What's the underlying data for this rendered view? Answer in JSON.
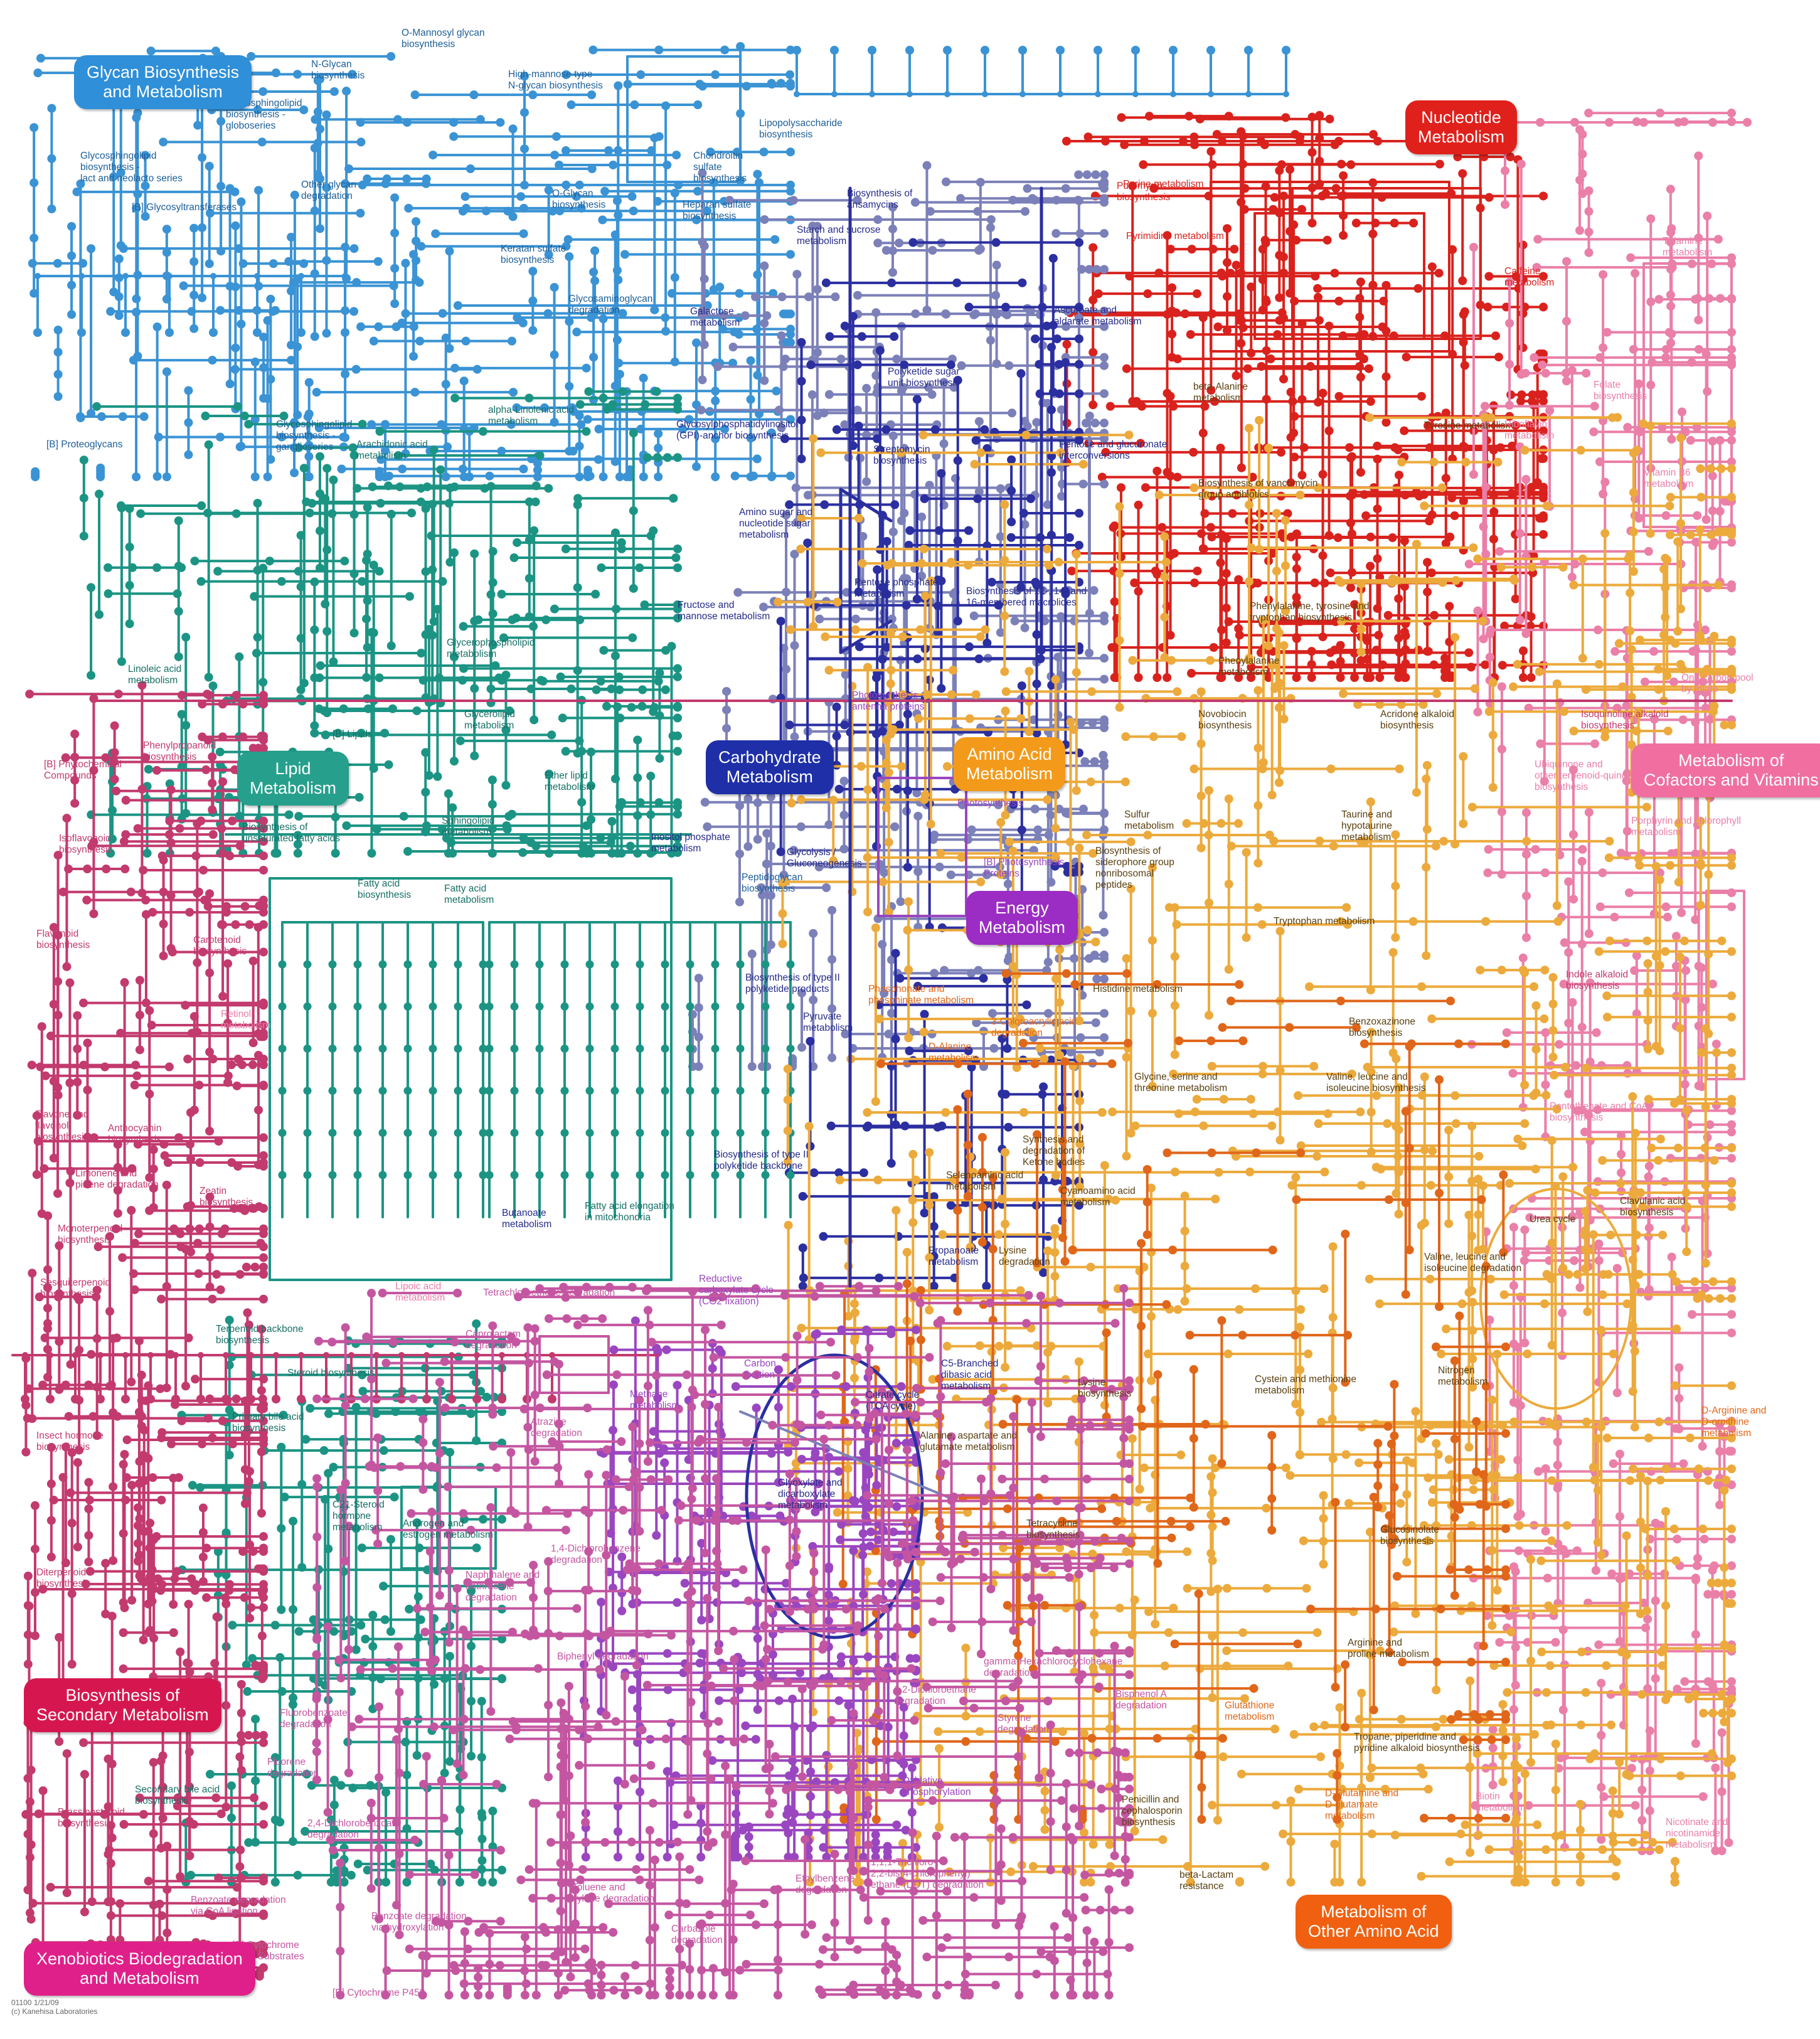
{
  "categories": [
    {
      "key": "glycan",
      "text": "Glycan Biosynthesis\nand Metabolism",
      "color": "#2f8fd8"
    },
    {
      "key": "nucleotide",
      "text": "Nucleotide\nMetabolism",
      "color": "#e0201b"
    },
    {
      "key": "carbohydrate",
      "text": "Carbohydrate\nMetabolism",
      "color": "#1e2fa8"
    },
    {
      "key": "lipid",
      "text": "Lipid\nMetabolism",
      "color": "#26a08c"
    },
    {
      "key": "amino",
      "text": "Amino Acid\nMetabolism",
      "color": "#f39a1b"
    },
    {
      "key": "energy",
      "text": "Energy\nMetabolism",
      "color": "#9b2cc4"
    },
    {
      "key": "cofactors",
      "text": "Metabolism of\nCofactors and Vitamins",
      "color": "#f06fa0"
    },
    {
      "key": "secondary",
      "text": "Biosynthesis of\nSecondary Metabolism",
      "color": "#d6174f"
    },
    {
      "key": "xeno",
      "text": "Xenobiotics Biodegradation\nand Metabolism",
      "color": "#e0208a"
    },
    {
      "key": "other_amino",
      "text": "Metabolism of\nOther Amino Acid",
      "color": "#f06010"
    }
  ],
  "labels": {
    "glycan": [
      "N-Glycan\nbiosynthesis",
      "O-Mannosyl glycan\nbiosynthesis",
      "High-mannose type\nN-glycan biosynthesis",
      "Glycosphingolipid\nbiosynthesis -\ngloboseries",
      "Glycosphingolipid\nbiosynthesis -\nlact and neolacto series",
      "[B] Glycosyltransferases",
      "Other glycan\ndegradation",
      "O-Glycan\nbiosynthesis",
      "Keratan sulfate\nbiosynthesis",
      "Chondroitin\nsulfate\nbiosynthesis",
      "Lipopolysaccharide\nbiosynthesis",
      "Heparan sulfate\nbiosynthesis",
      "Glycosaminoglycan\ndegradation",
      "[B] Proteoglycans",
      "Glycosphingolipid\nbiosynthesis -\nganglioseries",
      "Peptidoglycan\nbiosynthesis"
    ],
    "carbohydrate": [
      "Biosynthesis of\nansamycins",
      "Starch and sucrose\nmetabolism",
      "Galactose\nmetabolism",
      "Ascorbate and\naldarate metabolism",
      "Polyketide sugar\nunit biosynthesis",
      "Glycosylphosphatidylinositol\n(GPI)-anchor biosynthesis",
      "Streptomycin\nbiosynthesis",
      "Pentose and glucuronate\ninterconversions",
      "Amino sugar and\nnucleotide sugar\nmetabolism",
      "Pentose phosphate\nmetabolism",
      "Biosynthesis of 12-, 14- and\n16-membered macrolides",
      "Fructose and\nmannose metabolism",
      "Inositol phosphate\nmetabolism",
      "Glycolysis /\nGluconeogenesis",
      "Biosynthesis of type II\npolyketide products",
      "Pyruvate\nmetabolism",
      "Biosynthesis of type II\npolyketide backbone",
      "Propanoate\nmetabolism",
      "C5-Branched\ndibasic acid\nmetabolism",
      "Citrate cycle\n(TCA cycle)",
      "Glyoxylate and\ndicarboxylate\nmetabolism",
      "Butanoate\nmetabolism"
    ],
    "nucleotide": [
      "Purine metabolism",
      "Pyrimidine metabolism",
      "Caffeine\nmetabolism",
      "Puromycin\nbiosynthesis"
    ],
    "amino": [
      "beta-Alanine\nmetabolism",
      "Tyrosine metabolism",
      "Biosynthesis of vancomycin\ngroup antibiotics",
      "Phenylalanine, tyrosine and\ntryptophan biosynthesis",
      "Phenylalanine\nmetabolism",
      "Novobiocin\nbiosynthesis",
      "Acridone alkaloid\nbiosynthesis",
      "Sulfur\nmetabolism",
      "Biosynthesis of\nsiderophore group\nnonribosomal\npeptides",
      "Taurine and\nhypotaurine\nmetabolism",
      "Tryptophan metabolism",
      "Histidine metabolism",
      "Benzoxazinone\nbiosynthesis",
      "Glycine, serine and\nthreonine metabolism",
      "Valine, leucine and\nisoleucine biosynthesis",
      "Selenoamino acid\nmetabolism",
      "Cyanoamino acid\nmetabolism",
      "Lysine\ndegradation",
      "Urea cycle",
      "Clavulanic acid\nbiosynthesis",
      "Valine, leucine and\nisoleucine degradation",
      "Nitrogen\nmetabolism",
      "Cystein and methionine\nmetabolism",
      "Lysine\nbiosynthesis",
      "Alanine, aspartate and\nglutamate metabolism",
      "Tetracycline\nbiosynthesis",
      "Glucosinolate\nbiosynthesis",
      "Arginine and\nproline metabolism",
      "Tropane, piperidine and\npyridine alkaloid biosynthesis",
      "Penicillin and\ncephalosporin\nbiosynthesis",
      "beta-Lactam\nresistance",
      "Synthesis and\ndegradation of\nKetone bodies"
    ],
    "other_amino": [
      "D-Alanine\nmetabolism",
      "Phosphonate and\nphosphinate metabolism",
      "3-Chloroacrylic acid\ndegradation",
      "Glutathione\nmetabolism",
      "D-Glutamine and\nD-glutamate\nmetabolism",
      "D-Arginine and\nD-ornithine\nmetabolism"
    ],
    "energy": [
      "Photosynthesis -\nantenna proteins",
      "Photosynthesis",
      "[B] Photosynthesis\nProteins",
      "Methane\nmetabolism",
      "Carbon\nfixation",
      "Reductive\ncarboxylate cycle\n(CO2 fixation)",
      "Oxidative\nphosphorylation"
    ],
    "lipid": [
      "alpha-Linolenic acid\nmetabolism",
      "Arachidonic acid\nmetabolism",
      "Linoleic acid\nmetabolism",
      "Glycerophospholipid\nmetabolism",
      "[B] Lipids",
      "Glycerolipid\nmetabolism",
      "Ether lipid\nmetabolism",
      "Sphingolipid\nmetabolism",
      "Biosynthesis of\nunsaturated fatty acids",
      "Fatty acid\nbiosynthesis",
      "Fatty acid\nmetabolism",
      "Fatty acid elongation\nin mitochondria",
      "Steroid biosynthesis",
      "Primary bile acid\nbiosynthesis",
      "C21-Steroid\nhormone\nmetabolism",
      "Androgen and\nestrogen metabolism",
      "Terpenoid backbone\nbiosynthesis",
      "Secondary bile acid\nbiosynthesis"
    ],
    "cofactors": [
      "Thiamine\nmetabolism",
      "Folate\nbiosynthesis",
      "Riboflavin\nmetabolism",
      "Vitamin B6\nmetabolism",
      "One carbon pool\nby folate",
      "Ubiquinone and\nother terpenoid-quinone\nbiosynthesis",
      "Porphyrin and chlorophyll\nmetabolism",
      "Pantothenate and CoA\nbiosynthesis",
      "Biotin\nmetabolism",
      "Nicotinate and\nnicotinamide\nmetabolism",
      "Lipoic acid\nmetabolism",
      "Retinol\nmetabolism"
    ],
    "secondary": [
      "Phenylpropanoid\nbiosynthesis",
      "[B] Phytochemical\nCompounds",
      "Isoflavonoid\nbiosynthesis",
      "Flavonoid\nbiosynthesis",
      "Carotenoid\nbiosynthesis",
      "Flavone and\nflavonol\nbiosynthesis",
      "Anthocyanin\nbiosynthesis",
      "Limonene and\npinene degradation",
      "Zeatin\nbiosynthesis",
      "Monoterpenoid\nbiosynthesis",
      "Sesquiterpenoid\nbiosynthesis",
      "Insect hormone\nbiosynthesis",
      "Diterpenoid\nbiosynthesis",
      "Brassinosteroid\nbiosynthesis",
      "Isoquinoline alkaloid\nbiosynthesis",
      "Indole alkaloid\nbiosynthesis"
    ],
    "xeno": [
      "Caprolactam\ndegradation",
      "Atrazine\ndegradation",
      "1,4-Dichlorobenzene\ndegradation",
      "Naphthalene and\nanthracene\ndegradation",
      "Biphenyl degradation",
      "Fluorobenzoate\ndegradation",
      "Fluorene\ndegradation",
      "2,4-Dichlorobenzoate\ndegradation",
      "Toluene and\nxylene degradation",
      "Benzoate degradation\nvia CoA ligation",
      "Benzoate degradation\nvia hydroxylation",
      "Carbazole\ndegradation",
      "Ethylbenzene\ndegradation",
      "1,1,1-Trichloro-\n2,2-bis(4-chlorophenyl)\nethane (DDT) degradation",
      "1,2-Dichloroethane\ndegradation",
      "gamma-Hexachlorocyclohexane\ndegradation",
      "Styrene\ndegradation",
      "Bisphenol A\ndegradation",
      "Tetrachloroethene degradation",
      "[B] Cytochrome\nP450 Substrates",
      "[B] Cytochrome P450"
    ]
  },
  "footer": "01100 1/21/09\n(c) Kanehisa Laboratories",
  "colors": {
    "glycan": "#3a93d4",
    "nucleotide": "#d9221d",
    "carbohydrate": "#2b2fa0",
    "carb_light": "#7c80b8",
    "lipid": "#1c9484",
    "amino": "#ecaa3c",
    "energy": "#9a46c0",
    "cofactors": "#ea7fa8",
    "secondary": "#c23a6e",
    "xeno": "#c456a1",
    "other_amino": "#e0661a"
  }
}
